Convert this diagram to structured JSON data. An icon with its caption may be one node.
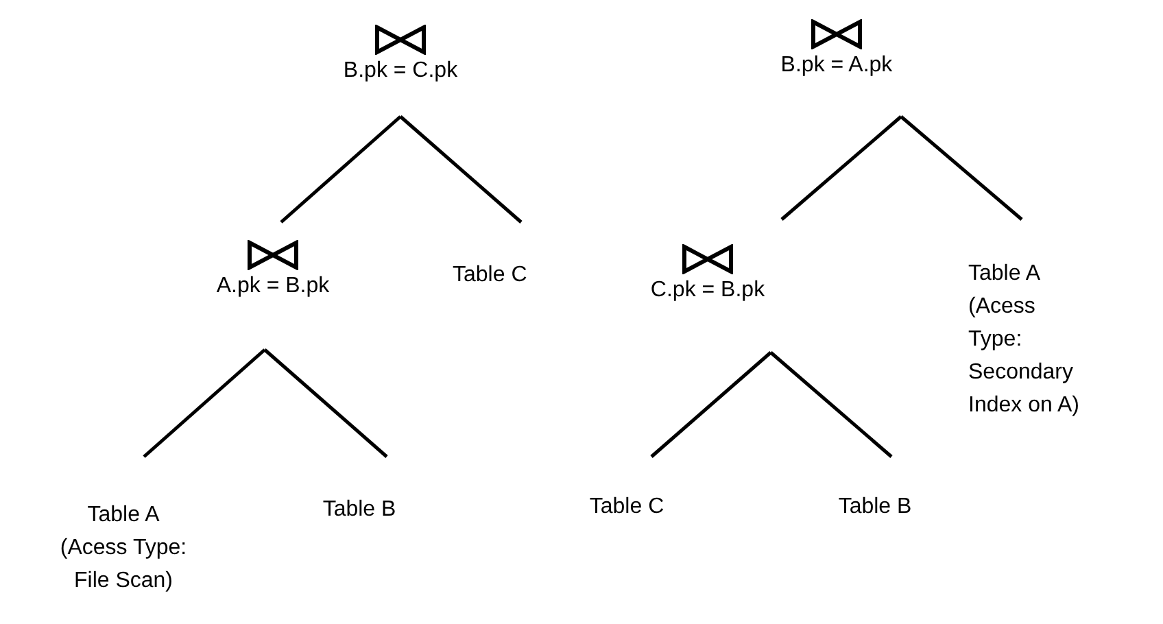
{
  "diagram": {
    "nodes": [
      {
        "text": [
          "B.pk = C.pk"
        ]
      },
      {
        "text": [
          "A.pk = B.pk"
        ]
      },
      {
        "text": [
          "Table C"
        ]
      },
      {
        "text": [
          "Table A",
          "(Acess Type: File Scan)"
        ]
      },
      {
        "text": [
          "Table B"
        ]
      },
      {
        "text": [
          "B.pk = A.pk"
        ]
      },
      {
        "text": [
          "C.pk = B.pk"
        ]
      },
      {
        "text": [
          "Table A",
          "(Acess Type: Secondary Index on A)"
        ]
      },
      {
        "text": [
          "Table C"
        ]
      },
      {
        "text": [
          "Table B"
        ]
      }
    ],
    "edges": [
      {
        "from": 0,
        "to": 1,
        "arrow": "none"
      },
      {
        "from": 0,
        "to": 2,
        "arrow": "none"
      },
      {
        "from": 1,
        "to": 3,
        "arrow": "none"
      },
      {
        "from": 1,
        "to": 4,
        "arrow": "none"
      },
      {
        "from": 5,
        "to": 6,
        "arrow": "none"
      },
      {
        "from": 5,
        "to": 7,
        "arrow": "none"
      },
      {
        "from": 6,
        "to": 8,
        "arrow": "none"
      },
      {
        "from": 6,
        "to": 9,
        "arrow": "none"
      }
    ]
  }
}
